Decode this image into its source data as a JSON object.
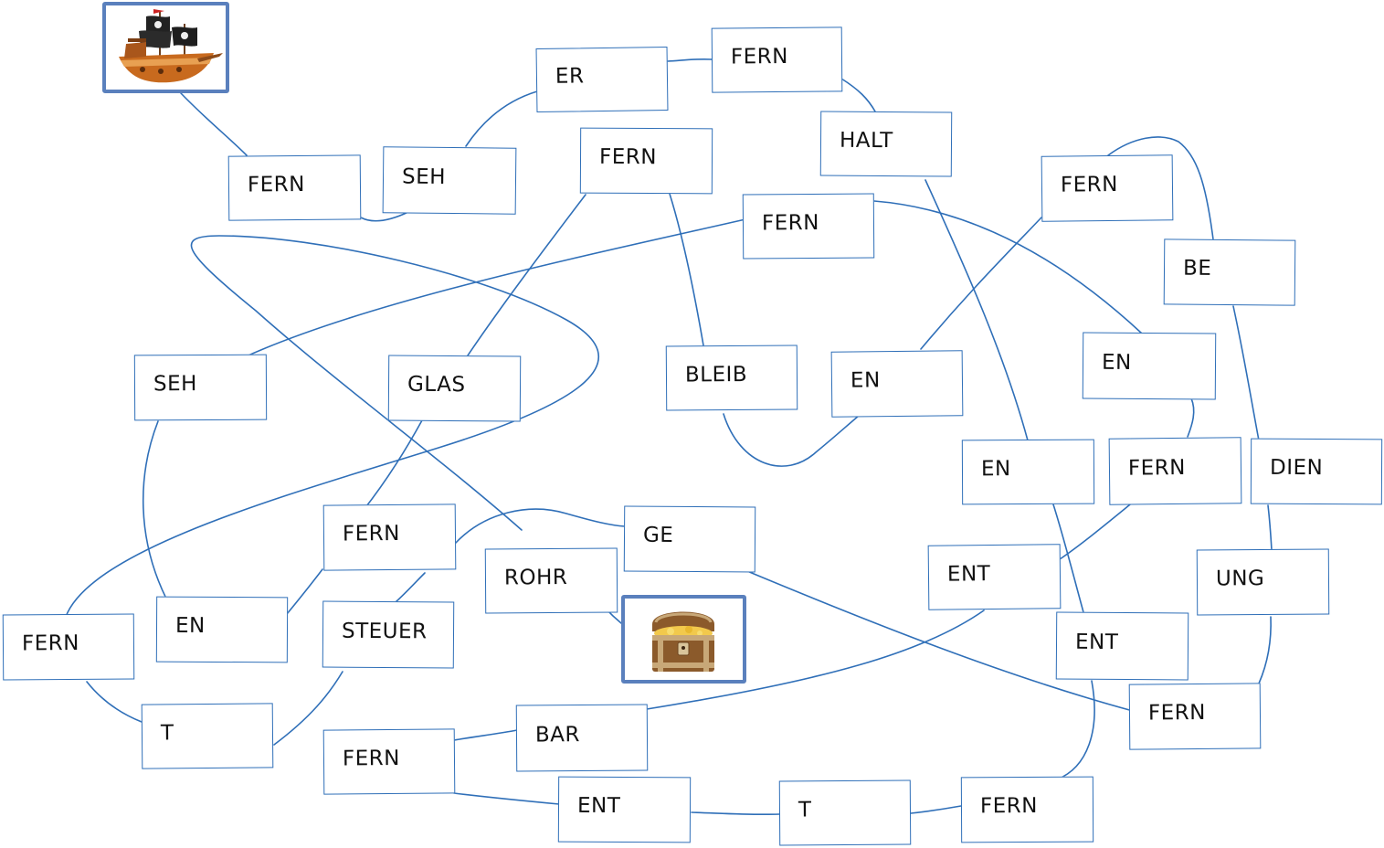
{
  "words": {
    "w1": "ER",
    "w2": "FERN",
    "w3": "HALT",
    "w4": "FERN",
    "w5": "SEH",
    "w6": "FERN",
    "w7": "FERN",
    "w8": "FERN",
    "w9": "BE",
    "w10": "SEH",
    "w11": "GLAS",
    "w12": "BLEIB",
    "w13": "EN",
    "w14": "EN",
    "w15": "EN",
    "w16": "FERN",
    "w17": "DIEN",
    "w18": "FERN",
    "w19": "GE",
    "w20": "ROHR",
    "w21": "ENT",
    "w22": "UNG",
    "w23": "FERN",
    "w24": "EN",
    "w25": "STEUER",
    "w26": "ENT",
    "w27": "T",
    "w28": "FERN",
    "w29": "BAR",
    "w30": "FERN",
    "w31": "ENT",
    "w32": "T",
    "w33": "FERN"
  },
  "colors": {
    "line": "#2f6fb8",
    "box_border": "#2f6fb8",
    "image_frame": "#5a80bd"
  },
  "images": {
    "start": "pirate-ship",
    "goal": "treasure-chest"
  }
}
